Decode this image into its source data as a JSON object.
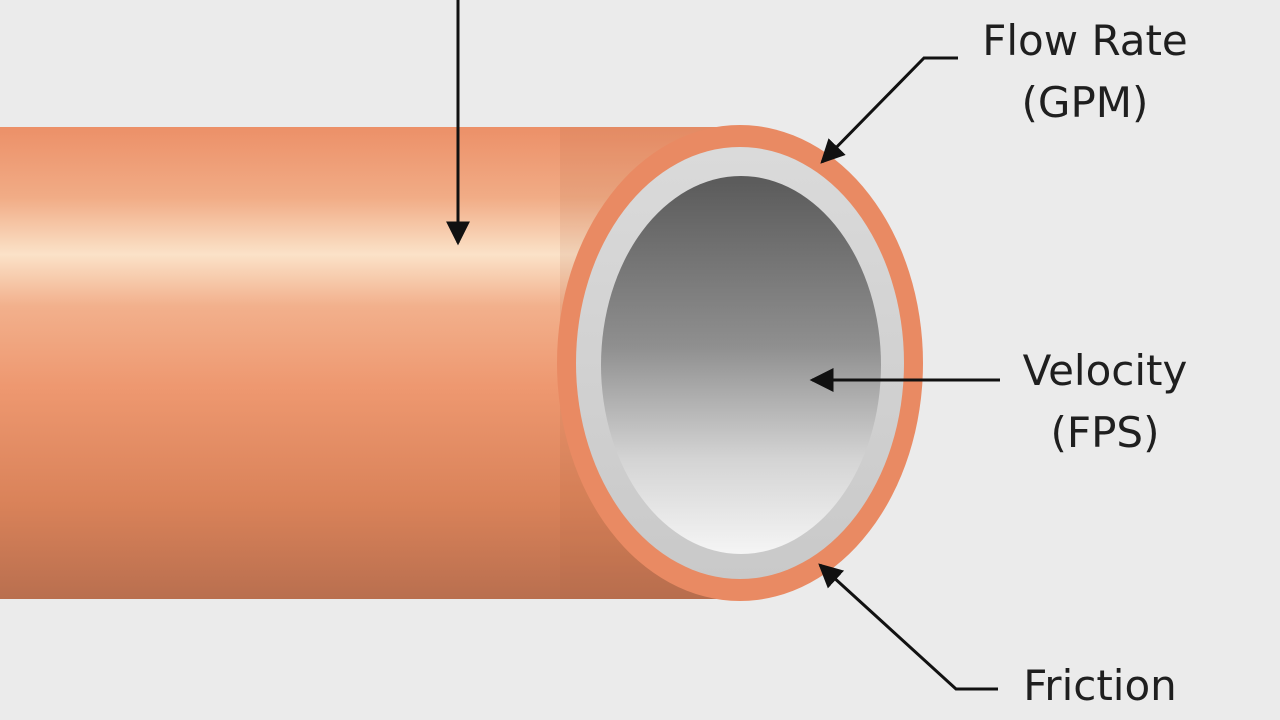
{
  "labels": {
    "flow_rate": {
      "line1": "Flow Rate",
      "line2": "(GPM)"
    },
    "velocity": {
      "line1": "Velocity",
      "line2": "(FPS)"
    },
    "friction": {
      "line1": "Friction"
    }
  },
  "colors": {
    "background": "#ebebeb",
    "copper_light": "#fbe3c9",
    "copper_mid": "#ee9870",
    "copper_dark": "#b76e4e",
    "copper_rim": "#e98a63",
    "liner": "#d0d0d0",
    "bore_top": "#5e5e5e",
    "bore_bottom": "#f4f4f4",
    "arrow": "#111111",
    "text": "#1f1f1f"
  },
  "icons": {
    "pipe": "pipe-illustration",
    "arrow": "arrow-pointer"
  }
}
